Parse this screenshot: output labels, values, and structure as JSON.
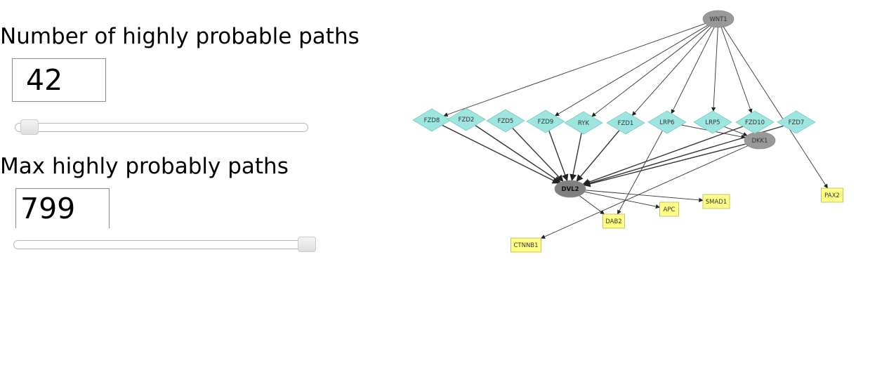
{
  "controls": {
    "paths_label": "Number of highly probable paths",
    "paths_value": "42",
    "max_label": "Max highly probably paths",
    "max_value": "799"
  },
  "network": {
    "nodes": [
      {
        "id": "WNT1",
        "label": "WNT1",
        "shape": "ellipse",
        "color": "#999999"
      },
      {
        "id": "DKK1",
        "label": "DKK1",
        "shape": "ellipse",
        "color": "#999999"
      },
      {
        "id": "DVL2",
        "label": "DVL2",
        "shape": "ellipse",
        "color": "#808080"
      },
      {
        "id": "FZD8",
        "label": "FZD8",
        "shape": "diamond",
        "color": "#9de6df"
      },
      {
        "id": "FZD2",
        "label": "FZD2",
        "shape": "diamond",
        "color": "#9de6df"
      },
      {
        "id": "FZD5",
        "label": "FZD5",
        "shape": "diamond",
        "color": "#9de6df"
      },
      {
        "id": "FZD9",
        "label": "FZD9",
        "shape": "diamond",
        "color": "#9de6df"
      },
      {
        "id": "RYK",
        "label": "RYK",
        "shape": "diamond",
        "color": "#9de6df"
      },
      {
        "id": "FZD1",
        "label": "FZD1",
        "shape": "diamond",
        "color": "#9de6df"
      },
      {
        "id": "LRP6",
        "label": "LRP6",
        "shape": "diamond",
        "color": "#9de6df"
      },
      {
        "id": "LRP5",
        "label": "LRP5",
        "shape": "diamond",
        "color": "#9de6df"
      },
      {
        "id": "FZD10",
        "label": "FZD10",
        "shape": "diamond",
        "color": "#9de6df"
      },
      {
        "id": "FZD7",
        "label": "FZD7",
        "shape": "diamond",
        "color": "#9de6df"
      },
      {
        "id": "SMAD1",
        "label": "SMAD1",
        "shape": "rectangle",
        "color": "#ffff88"
      },
      {
        "id": "APC",
        "label": "APC",
        "shape": "rectangle",
        "color": "#ffff88"
      },
      {
        "id": "DAB2",
        "label": "DAB2",
        "shape": "rectangle",
        "color": "#ffff88"
      },
      {
        "id": "CTNNB1",
        "label": "CTNNB1",
        "shape": "rectangle",
        "color": "#ffff88"
      },
      {
        "id": "PAX2",
        "label": "PAX2",
        "shape": "rectangle",
        "color": "#ffff88"
      }
    ],
    "edges": [
      [
        "WNT1",
        "FZD8"
      ],
      [
        "WNT1",
        "FZD9"
      ],
      [
        "WNT1",
        "RYK"
      ],
      [
        "WNT1",
        "FZD1"
      ],
      [
        "WNT1",
        "LRP6"
      ],
      [
        "WNT1",
        "LRP5"
      ],
      [
        "WNT1",
        "FZD10"
      ],
      [
        "WNT1",
        "PAX2"
      ],
      [
        "FZD8",
        "DVL2"
      ],
      [
        "FZD2",
        "DVL2"
      ],
      [
        "FZD5",
        "DVL2"
      ],
      [
        "FZD9",
        "DVL2"
      ],
      [
        "RYK",
        "DVL2"
      ],
      [
        "FZD1",
        "DVL2"
      ],
      [
        "FZD10",
        "DVL2"
      ],
      [
        "FZD7",
        "DVL2"
      ],
      [
        "DKK1",
        "DVL2"
      ],
      [
        "LRP6",
        "DKK1"
      ],
      [
        "LRP5",
        "DKK1"
      ],
      [
        "LRP6",
        "DAB2"
      ],
      [
        "DKK1",
        "CTNNB1"
      ],
      [
        "DVL2",
        "APC"
      ],
      [
        "DVL2",
        "SMAD1"
      ],
      [
        "DVL2",
        "DAB2"
      ]
    ]
  }
}
